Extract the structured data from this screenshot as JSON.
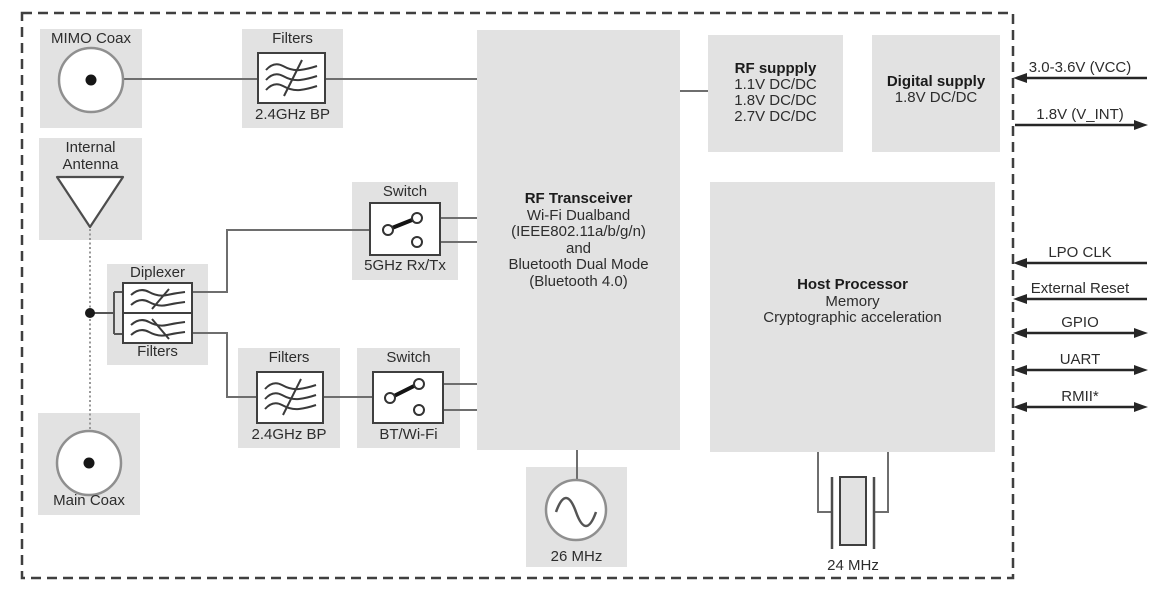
{
  "diagram": {
    "blocks": {
      "mimo_coax": {
        "label": "MIMO Coax"
      },
      "filters_top": {
        "title": "Filters",
        "caption": "2.4GHz BP"
      },
      "internal_antenna": {
        "line1": "Internal",
        "line2": "Antenna"
      },
      "diplexer": {
        "title": "Diplexer",
        "caption": "Filters"
      },
      "main_coax": {
        "label": "Main Coax"
      },
      "switch_5ghz": {
        "title": "Switch",
        "caption": "5GHz Rx/Tx"
      },
      "filters_bottom": {
        "title": "Filters",
        "caption": "2.4GHz BP"
      },
      "switch_bt": {
        "title": "Switch",
        "caption": "BT/Wi-Fi"
      },
      "rf_transceiver": {
        "title": "RF Transceiver",
        "lines": [
          "Wi-Fi Dualband",
          "(IEEE802.11a/b/g/n)",
          "and",
          "Bluetooth Dual Mode",
          "(Bluetooth 4.0)"
        ]
      },
      "rf_supply": {
        "title": "RF suppply",
        "lines": [
          "1.1V DC/DC",
          "1.8V DC/DC",
          "2.7V DC/DC"
        ]
      },
      "digital_supply": {
        "title": "Digital supply",
        "lines": [
          "1.8V DC/DC"
        ]
      },
      "host_processor": {
        "title": "Host Processor",
        "lines": [
          "Memory",
          "Cryptographic acceleration"
        ]
      },
      "oscillator_26mhz": {
        "label": "26 MHz"
      },
      "crystal_24mhz": {
        "label": "24 MHz"
      }
    },
    "ports": {
      "vcc": {
        "label": "3.0-3.6V (VCC)",
        "direction": "in"
      },
      "v_int": {
        "label": "1.8V (V_INT)",
        "direction": "out"
      },
      "lpo_clk": {
        "label": "LPO CLK",
        "direction": "in"
      },
      "external_reset": {
        "label": "External Reset",
        "direction": "in"
      },
      "gpio": {
        "label": "GPIO",
        "direction": "bidirectional"
      },
      "uart": {
        "label": "UART",
        "direction": "bidirectional"
      },
      "rmii": {
        "label": "RMII*",
        "direction": "bidirectional"
      }
    },
    "icons": {
      "coax_connector": "circle-with-center-dot",
      "antenna": "downward-triangle",
      "bandpass_filter": "triple-wave-with-slash",
      "diplexer_filter": "double-wave-with-slash",
      "rf_switch": "spdt-switch",
      "oscillator": "sine-wave-in-circle",
      "crystal": "quartz-crystal-symbol"
    },
    "colors": {
      "block_fill": "#e2e2e2",
      "box_border": "#3f3f3f",
      "wire": "#6e6e6e",
      "arrow": "#262626",
      "text": "#2d2d2d",
      "background": "#ffffff"
    }
  }
}
